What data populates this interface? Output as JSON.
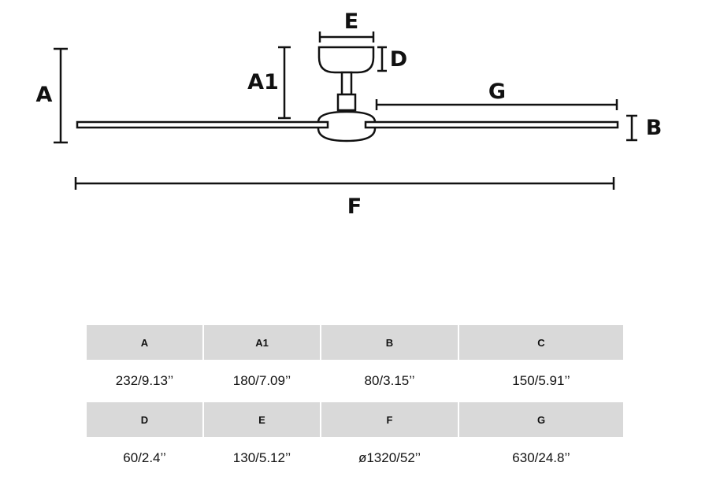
{
  "diagram": {
    "labels": {
      "A": "A",
      "A1": "A1",
      "B": "B",
      "D": "D",
      "E": "E",
      "F": "F",
      "G": "G"
    }
  },
  "table": {
    "rows": [
      {
        "headers": [
          "A",
          "A1",
          "B",
          "C"
        ],
        "values": [
          "232/9.13’’",
          "180/7.09’’",
          "80/3.15’’",
          "150/5.91’’"
        ]
      },
      {
        "headers": [
          "D",
          "E",
          "F",
          "G"
        ],
        "values": [
          "60/2.4’’",
          "130/5.12’’",
          "ø1320/52’’",
          "630/24.8’’"
        ]
      }
    ]
  }
}
